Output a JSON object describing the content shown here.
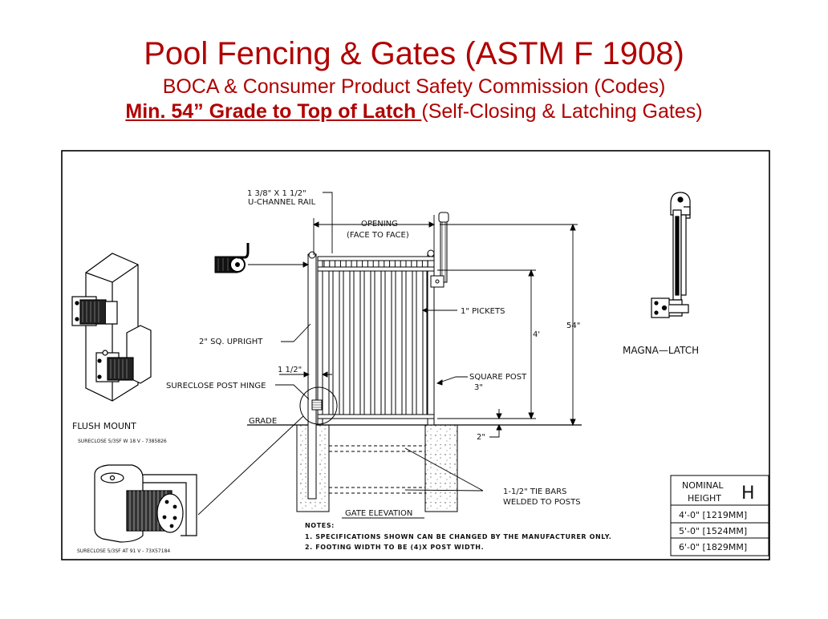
{
  "header": {
    "title": "Pool Fencing & Gates (ASTM F 1908)",
    "subtitle": "BOCA & Consumer Product Safety Commission (Codes)",
    "req_bold": "Min. 54” Grade to Top of Latch ",
    "req_rest": "(Self-Closing & Latching Gates)"
  },
  "drawing": {
    "rail_label_1": "1 3/8\" X 1 1/2\"",
    "rail_label_2": "U-CHANNEL RAIL",
    "opening_1": "OPENING",
    "opening_2": "(FACE TO FACE)",
    "pickets": "1\" PICKETS",
    "dim_4": "4'",
    "dim_54": "54\"",
    "upright": "2\" SQ. UPRIGHT",
    "dim_1_5": "1 1/2\"",
    "hinge": "SURECLOSE POST HINGE",
    "square_post_1": "SQUARE POST",
    "square_post_2": "3\"",
    "grade": "GRADE",
    "dim_2": "2\"",
    "tie_bars_1": "1-1/2\" TIE BARS",
    "tie_bars_2": "WELDED TO POSTS",
    "gate_elevation": "GATE ELEVATION",
    "notes_title": "NOTES:",
    "note_1": "1. SPECIFICATIONS SHOWN CAN BE CHANGED BY THE MANUFACTURER ONLY.",
    "note_2": "2. FOOTING WIDTH TO BE (4)X POST WIDTH.",
    "flush_mount": "FLUSH MOUNT",
    "flush_caption": "SURECLOSE 5/3SF W 18 V - 7385826",
    "hinge_caption": "SURECLOSE 5/3SF AT 91 V - 73X57184",
    "magna_latch": "MAGNA—LATCH"
  },
  "height_table": {
    "header_1": "NOMINAL",
    "header_2": "HEIGHT",
    "symbol": "H",
    "rows": [
      "4'-0\" [1219MM]",
      "5'-0\" [1524MM]",
      "6'-0\" [1829MM]"
    ]
  }
}
